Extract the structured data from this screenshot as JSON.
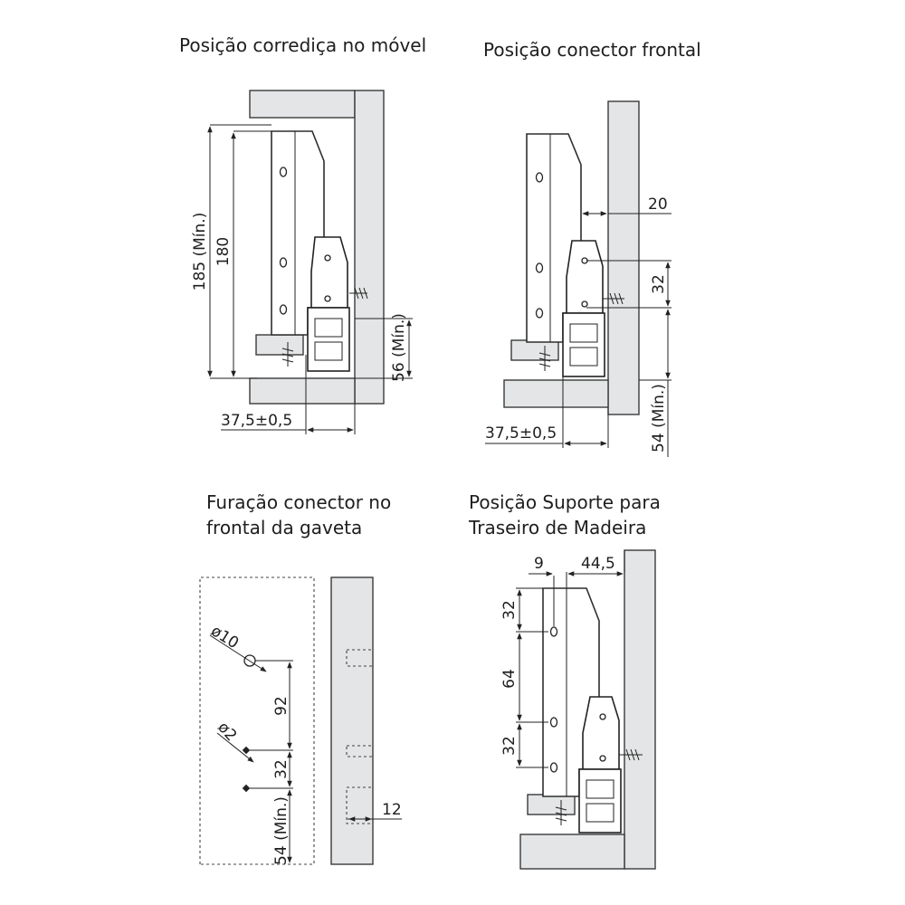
{
  "titles": {
    "slide_position": "Posição corrediça no móvel",
    "front_connector_position": "Posição conector frontal",
    "drilling_line1": "Furação conector no",
    "drilling_line2": "frontal da gaveta",
    "support_line1": "Posição Suporte para",
    "support_line2": "Traseiro de Madeira"
  },
  "dimensions": {
    "d185": "185 (Mín.)",
    "d180": "180",
    "d56": "56 (Mín.)",
    "d37_5_a": "37,5±0,5",
    "d20": "20",
    "d32_a": "32",
    "d37_5_b": "37,5±0,5",
    "d54_a": "54 (Mín.)",
    "phi10": "ø10",
    "phi2": "ø2",
    "d92": "92",
    "d32_b": "32",
    "d54_b": "54 (Mín.)",
    "d12": "12",
    "d9": "9",
    "d44_5": "44,5",
    "d32_c": "32",
    "d64": "64",
    "d32_d": "32"
  }
}
